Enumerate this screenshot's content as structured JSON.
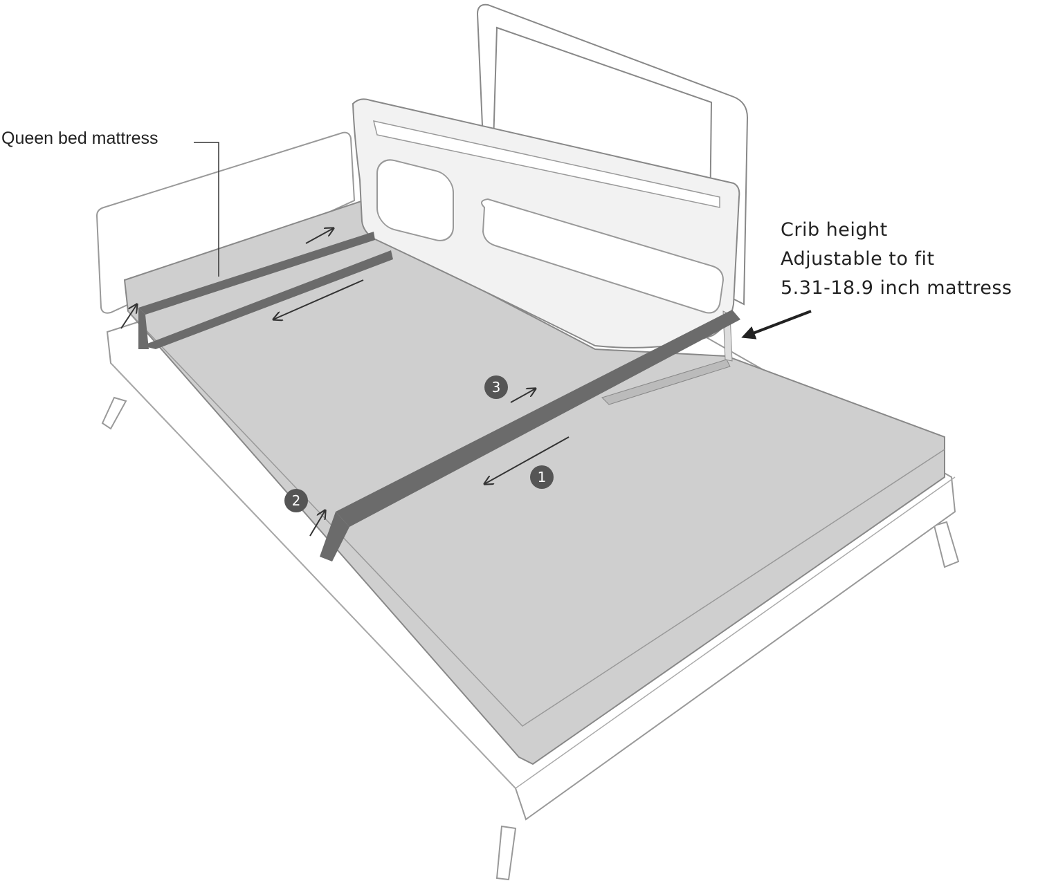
{
  "labels": {
    "mattress": "Queen bed mattress",
    "crib_line1": "Crib height",
    "crib_line2": "Adjustable to fit",
    "crib_line3": "5.31-18.9 inch mattress"
  },
  "steps": [
    "1",
    "2",
    "3"
  ],
  "colors": {
    "mattress": "#cfcfcf",
    "strap": "#6b6b6b",
    "outline": "#8a8a8a",
    "badge": "#555555"
  }
}
